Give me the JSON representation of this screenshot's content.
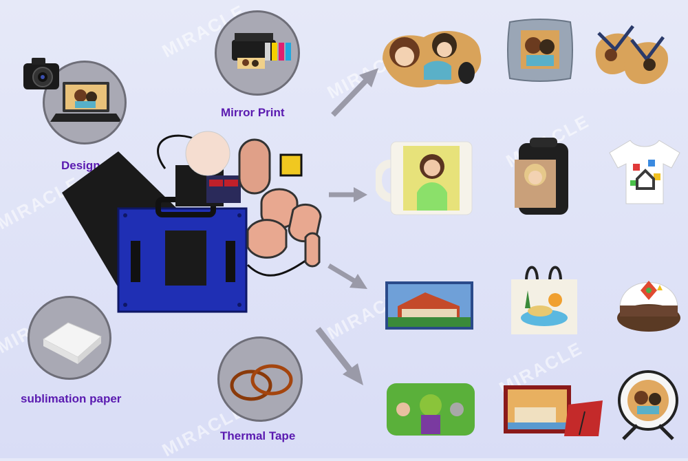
{
  "labels": {
    "design": "Design",
    "mirror_print": "Mirror Print",
    "sublimation_paper": "sublimation paper",
    "thermal_tape": "Thermal Tape"
  },
  "watermark": "MIRACLE",
  "colors": {
    "label": "#5a1ab0",
    "background": "#dfe2f7",
    "arrow": "#9a9aa8",
    "press_blue": "#1f2fb4"
  },
  "products": [
    "mouse-pad-puzzle",
    "pillow",
    "flip-flops",
    "mug",
    "backpack",
    "t-shirt",
    "slate-photo",
    "tote-bag",
    "cap",
    "mouse-pad-rect",
    "photo-frame",
    "plate"
  ]
}
